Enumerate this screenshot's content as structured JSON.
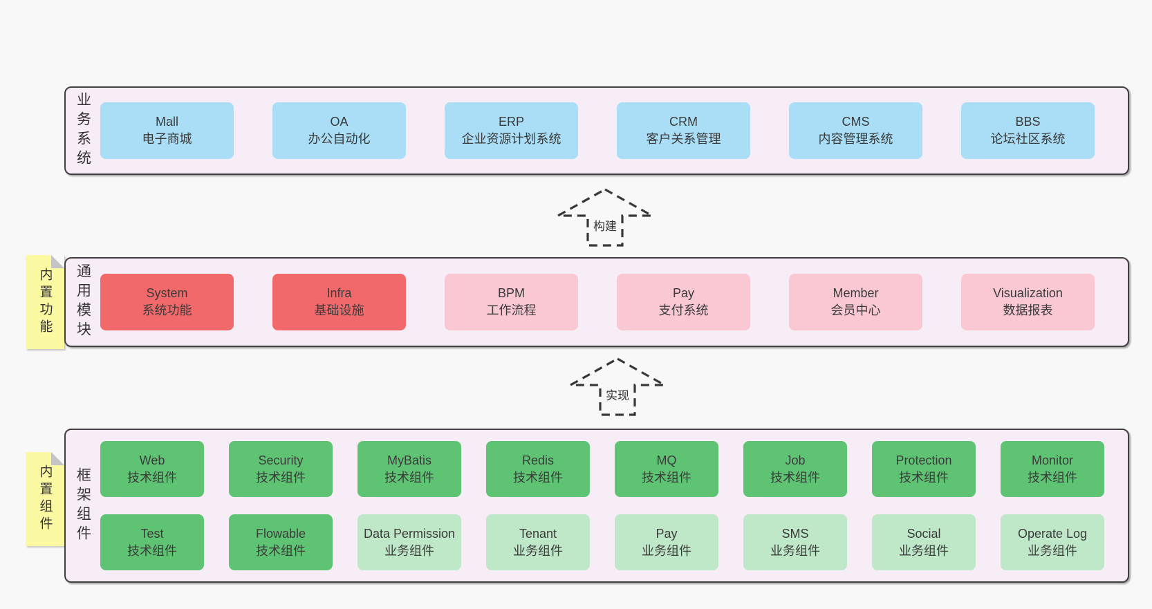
{
  "colors": {
    "page_bg": "#f8f8f8",
    "panel_bg": "#f7edf6",
    "panel_border": "#404040",
    "blue": "#a9def6",
    "red": "#f2696b",
    "pink": "#f9c8d3",
    "green_dark": "#5fc374",
    "green_light": "#bfe8c8",
    "yellow_tab": "#fbf9a2",
    "text": "#3b3b3b"
  },
  "business": {
    "label": "业务系统",
    "boxes": [
      {
        "title": "Mall",
        "subtitle": "电子商城"
      },
      {
        "title": "OA",
        "subtitle": "办公自动化"
      },
      {
        "title": "ERP",
        "subtitle": "企业资源计划系统"
      },
      {
        "title": "CRM",
        "subtitle": "客户关系管理"
      },
      {
        "title": "CMS",
        "subtitle": "内容管理系统"
      },
      {
        "title": "BBS",
        "subtitle": "论坛社区系统"
      }
    ]
  },
  "modules": {
    "label": "通用模块",
    "tab": "内置功能",
    "boxes": [
      {
        "title": "System",
        "subtitle": "系统功能"
      },
      {
        "title": "Infra",
        "subtitle": "基础设施"
      },
      {
        "title": "BPM",
        "subtitle": "工作流程"
      },
      {
        "title": "Pay",
        "subtitle": "支付系统"
      },
      {
        "title": "Member",
        "subtitle": "会员中心"
      },
      {
        "title": "Visualization",
        "subtitle": "数据报表"
      }
    ]
  },
  "components": {
    "label": "框架组件",
    "tab": "内置组件",
    "row1": [
      {
        "title": "Web",
        "subtitle": "技术组件"
      },
      {
        "title": "Security",
        "subtitle": "技术组件"
      },
      {
        "title": "MyBatis",
        "subtitle": "技术组件"
      },
      {
        "title": "Redis",
        "subtitle": "技术组件"
      },
      {
        "title": "MQ",
        "subtitle": "技术组件"
      },
      {
        "title": "Job",
        "subtitle": "技术组件"
      },
      {
        "title": "Protection",
        "subtitle": "技术组件"
      },
      {
        "title": "Monitor",
        "subtitle": "技术组件"
      }
    ],
    "row2": [
      {
        "title": "Test",
        "subtitle": "技术组件"
      },
      {
        "title": "Flowable",
        "subtitle": "技术组件"
      },
      {
        "title": "Data Permission",
        "subtitle": "业务组件"
      },
      {
        "title": "Tenant",
        "subtitle": "业务组件"
      },
      {
        "title": "Pay",
        "subtitle": "业务组件"
      },
      {
        "title": "SMS",
        "subtitle": "业务组件"
      },
      {
        "title": "Social",
        "subtitle": "业务组件"
      },
      {
        "title": "Operate Log",
        "subtitle": "业务组件"
      }
    ]
  },
  "arrows": [
    {
      "label": "构建"
    },
    {
      "label": "实现"
    }
  ]
}
